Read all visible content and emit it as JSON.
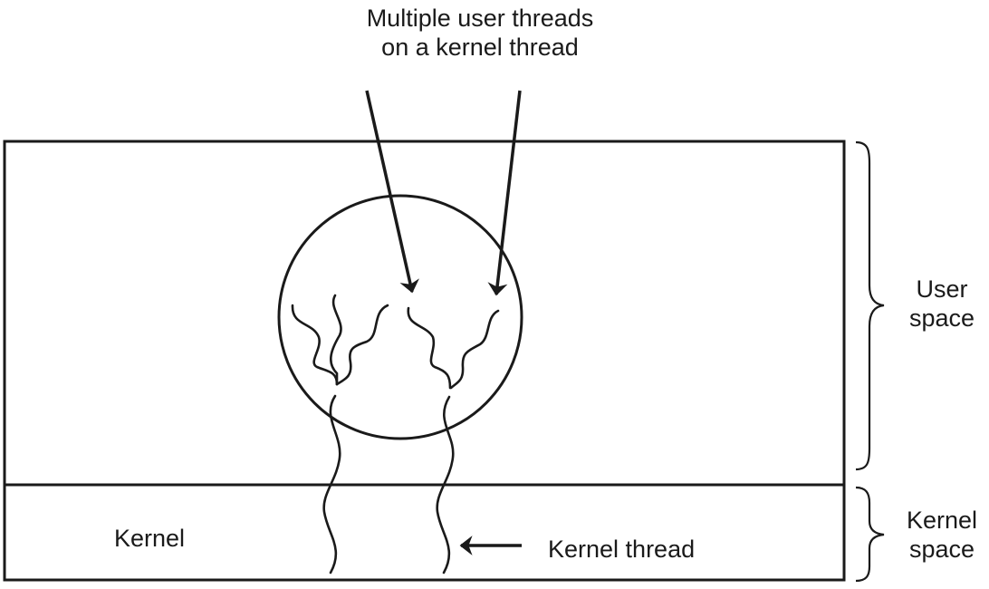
{
  "title_annotation": {
    "line1": "Multiple user threads",
    "line2": "on a kernel thread"
  },
  "regions": {
    "user_space": {
      "line1": "User",
      "line2": "space"
    },
    "kernel_space": {
      "line1": "Kernel",
      "line2": "space"
    },
    "kernel_label": "Kernel"
  },
  "kernel_thread_label": "Kernel thread",
  "colors": {
    "stroke": "#1a1a1a",
    "background": "#ffffff"
  }
}
